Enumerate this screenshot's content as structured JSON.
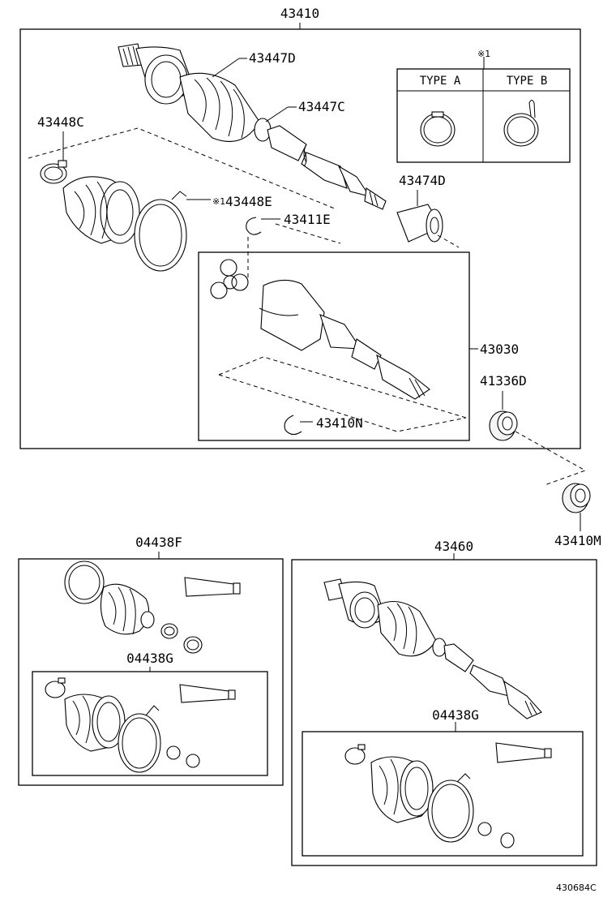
{
  "diagram_id": "430684C",
  "main_assembly": "43410",
  "parts": {
    "boot_clamp_outer": "43447D",
    "boot_clamp_inner": "43447C",
    "clamp_small": "43448C",
    "clamp_large": "43448E",
    "clamp_large_note": "※1",
    "snap_ring": "43411E",
    "damper": "43474D",
    "inboard_joint": "43030",
    "seal_inner": "41336D",
    "snap_ring_2": "43410N",
    "seal_outer": "43410M",
    "boot_kit_outer": "04438F",
    "boot_kit_inner_left": "04438G",
    "shaft_assembly_right": "43460",
    "boot_kit_inner_right": "04438G"
  },
  "clamp_types": {
    "note": "※1",
    "type_a": "TYPE A",
    "type_b": "TYPE B"
  }
}
